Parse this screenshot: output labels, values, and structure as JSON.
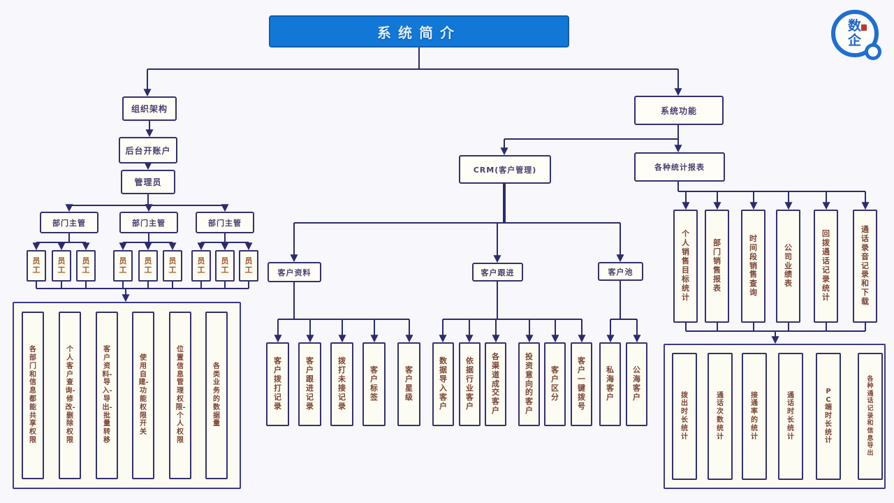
{
  "title": "系统简介",
  "logo": {
    "top_char": "数",
    "bottom_char": "企"
  },
  "left": {
    "root": "组织架构",
    "account": "后台开账户",
    "admin": "管理员",
    "managers": [
      "部门主管",
      "部门主管",
      "部门主管"
    ],
    "employee": "员工",
    "permissions": [
      "各部门和信息都能共享权限",
      "个人客户查询-修改-删除权限",
      "客户资料-导入-导出-批量转移",
      "使用自建-功能权限开关",
      "位置信息管理权限-个人权限",
      "各类业务的数据量"
    ]
  },
  "right": {
    "root": "系统功能",
    "crm": {
      "label": "CRM(客户管理)",
      "groups": [
        {
          "label": "客户资料",
          "children": [
            "客户拨打记录",
            "客户跟进记录",
            "拨打未接记录",
            "客户标签",
            "客户星级"
          ]
        },
        {
          "label": "客户跟进",
          "children": [
            "数据导入客户",
            "依据行业客户",
            "各渠道成交客户",
            "投资意向的客户",
            "客户区分",
            "客户一键拨号"
          ]
        },
        {
          "label": "客户池",
          "children": [
            "私海客户",
            "公海客户"
          ]
        }
      ]
    },
    "stats": {
      "label": "各种统计报表",
      "children": [
        "个人销售目标统计",
        "部门销售报表",
        "时间段销售查询",
        "公司业绩表",
        "回拨通话记录统计",
        "通话录音记录和下载"
      ],
      "summary": [
        "拨出时长统计",
        "通话次数统计",
        "接通率的统计",
        "通话时长统计",
        "PC端时长统计",
        "各种通话记录和信息导出"
      ]
    }
  },
  "colors": {
    "background": "#f7f7fc",
    "title_bg": "#1278d8",
    "box_border": "#34316f",
    "line": "#2d2b6e",
    "label_text": "#4a3f71",
    "vertical_text": "#7d4434",
    "logo_blue": "#1e6fd0",
    "logo_red": "#c23428"
  }
}
